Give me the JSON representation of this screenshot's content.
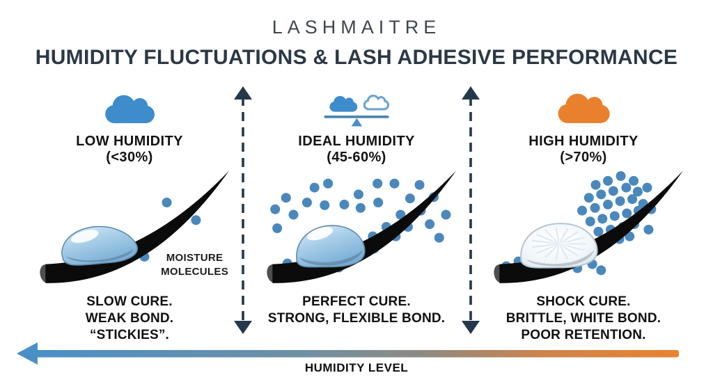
{
  "brand": {
    "name": "LASHMAITRE"
  },
  "title": "HUMIDITY FLUCTUATIONS & LASH ADHESIVE PERFORMANCE",
  "colors": {
    "brand_gray": "#40464e",
    "title_navy": "#2b3845",
    "cloud_blue": "#3e8ccb",
    "cloud_orange": "#e8802e",
    "dot_blue": "#4a88bc",
    "arrow_navy": "#24384a",
    "lash_black": "#0b0b0b",
    "gradient_start": "#4a90c6",
    "gradient_mid": "#8d8a82",
    "gradient_end": "#e8822f"
  },
  "panels": [
    {
      "id": "low-humidity",
      "icon": "cloud-blue-icon",
      "title": "LOW HUMIDITY",
      "range": "(<30%)",
      "droplet": "glossy-teardrop",
      "annotation_lines": [
        "MOISTURE",
        "MOLECULES"
      ],
      "result_lines": [
        "SLOW CURE.",
        "WEAK BOND.",
        "“STICKIES”."
      ],
      "dots": [
        [
          205,
          52
        ],
        [
          248,
          78
        ],
        [
          172,
          132
        ],
        [
          92,
          152
        ]
      ]
    },
    {
      "id": "ideal-humidity",
      "icon": "balance-clouds-icon",
      "title": "IDEAL HUMIDITY",
      "range": "(45-60%)",
      "droplet": "glossy-dome",
      "annotation_lines": [],
      "result_lines": [
        "PERFECT CURE.",
        "STRONG, FLEXIBLE BOND."
      ],
      "dots": [
        [
          30,
          62
        ],
        [
          33,
          90
        ],
        [
          46,
          45
        ],
        [
          57,
          70
        ],
        [
          48,
          142
        ],
        [
          71,
          117
        ],
        [
          77,
          52
        ],
        [
          73,
          137
        ],
        [
          88,
          30
        ],
        [
          86,
          154
        ],
        [
          103,
          56
        ],
        [
          108,
          24
        ],
        [
          124,
          128
        ],
        [
          124,
          148
        ],
        [
          132,
          55
        ],
        [
          144,
          116
        ],
        [
          146,
          136
        ],
        [
          153,
          40
        ],
        [
          156,
          60
        ],
        [
          174,
          102
        ],
        [
          176,
          120
        ],
        [
          181,
          24
        ],
        [
          182,
          52
        ],
        [
          194,
          88
        ],
        [
          206,
          24
        ],
        [
          208,
          102
        ],
        [
          215,
          70
        ],
        [
          226,
          88
        ],
        [
          229,
          46
        ],
        [
          243,
          26
        ],
        [
          245,
          64
        ],
        [
          258,
          84
        ],
        [
          264,
          44
        ],
        [
          272,
          104
        ],
        [
          282,
          70
        ]
      ]
    },
    {
      "id": "high-humidity",
      "icon": "cloud-orange-icon",
      "title": "HIGH HUMIDITY",
      "range": "(>70%)",
      "droplet": "frost-dome",
      "annotation_lines": [],
      "result_lines": [
        "SHOCK CURE.",
        "BRITTLE, WHITE BOND.",
        "POOR RETENTION."
      ],
      "dots": [
        [
          168,
          26
        ],
        [
          186,
          20
        ],
        [
          205,
          13
        ],
        [
          224,
          20
        ],
        [
          158,
          45
        ],
        [
          176,
          40
        ],
        [
          194,
          35
        ],
        [
          213,
          30
        ],
        [
          230,
          36
        ],
        [
          148,
          64
        ],
        [
          167,
          60
        ],
        [
          186,
          55
        ],
        [
          204,
          50
        ],
        [
          222,
          47
        ],
        [
          238,
          54
        ],
        [
          160,
          80
        ],
        [
          178,
          76
        ],
        [
          196,
          72
        ],
        [
          214,
          68
        ],
        [
          231,
          64
        ],
        [
          172,
          95
        ],
        [
          190,
          92
        ],
        [
          208,
          88
        ],
        [
          225,
          84
        ],
        [
          186,
          110
        ],
        [
          203,
          106
        ],
        [
          218,
          102
        ],
        [
          244,
          30
        ],
        [
          250,
          62
        ],
        [
          246,
          92
        ],
        [
          36,
          146
        ],
        [
          54,
          139
        ],
        [
          70,
          150
        ],
        [
          86,
          142
        ],
        [
          100,
          154
        ],
        [
          114,
          146
        ],
        [
          128,
          137
        ],
        [
          141,
          149
        ],
        [
          117,
          127
        ],
        [
          95,
          127
        ],
        [
          152,
          131
        ],
        [
          163,
          143
        ],
        [
          176,
          152
        ],
        [
          60,
          158
        ]
      ]
    }
  ],
  "axis": {
    "label": "HUMIDITY LEVEL",
    "arrow_direction": "left"
  }
}
